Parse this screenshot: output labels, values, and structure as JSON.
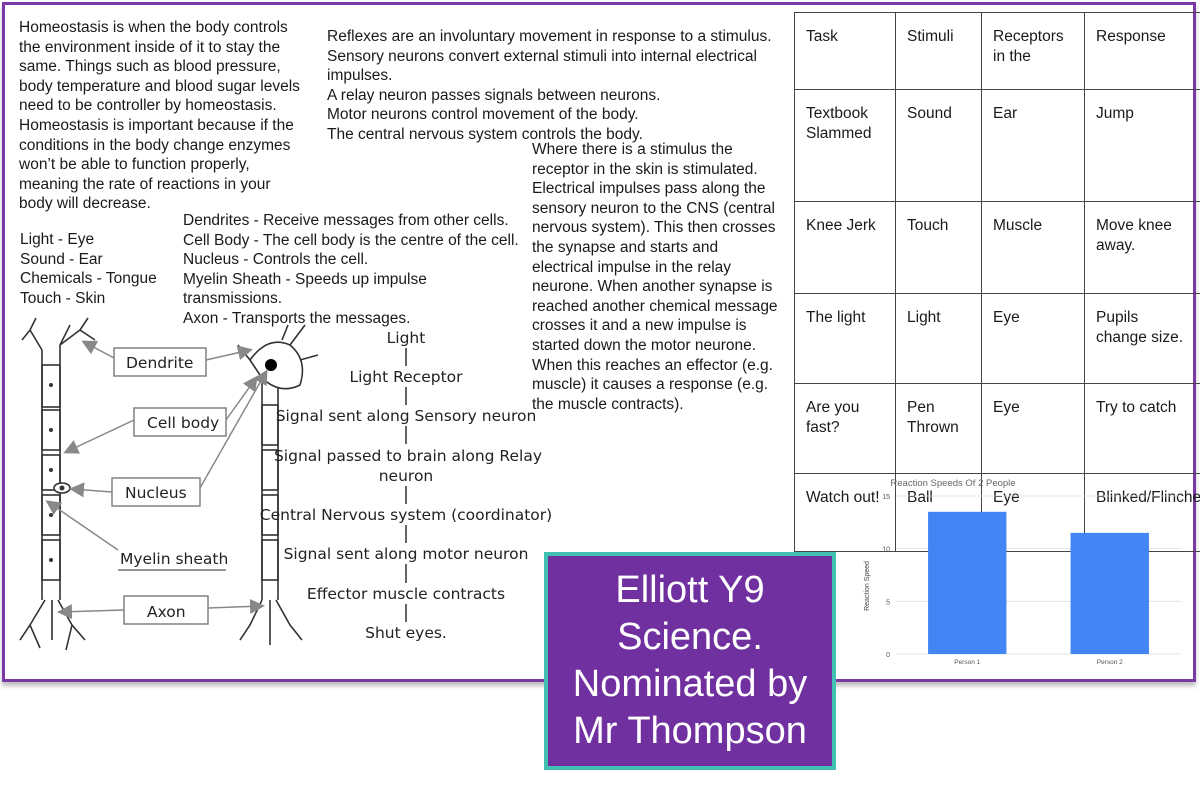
{
  "homeostasis": {
    "paragraph": "Homeostasis is when the body controls\nthe environment inside of it to stay the\nsame. Things such as blood pressure,\nbody temperature and blood sugar levels\nneed to be controller by homeostasis.\nHomeostasis is important because if the\nconditions in the body change enzymes\nwon’t be able to function properly,\nmeaning the rate of reactions in your\nbody will decrease.",
    "senses": [
      "Light - Eye",
      "Sound - Ear",
      "Chemicals - Tongue",
      "Touch - Skin"
    ]
  },
  "reflexes": {
    "lines": [
      "Reflexes are an involuntary movement in response to a stimulus.",
      "Sensory neurons convert external stimuli into internal electrical",
      "impulses.",
      "A relay neuron passes signals between neurons.",
      "Motor neurons control movement of the body.",
      "The central nervous system controls the body."
    ],
    "pathway": "Where there is a stimulus the\nreceptor in the skin is stimulated.\nElectrical impulses pass along the\nsensory neuron to the CNS (central\nnervous system). This then crosses\nthe synapse and starts and\nelectrical impulse in the relay\nneurone. When another synapse is\nreached another chemical message\ncrosses it and a new impulse is\nstarted down the motor neurone.\nWhen this reaches an effector (e.g.\nmuscle) it causes a response (e.g.\nthe muscle contracts)."
  },
  "neuron_parts": [
    "Dendrites - Receive messages from other cells.",
    "Cell Body - The cell body is the centre of the cell.",
    "Nucleus - Controls the cell.",
    "Myelin Sheath - Speeds up impulse",
    "transmissions.",
    "Axon - Transports the messages."
  ],
  "diagram_labels": {
    "dendrite": "Dendrite",
    "cell_body": "Cell body",
    "nucleus": "Nucleus",
    "myelin": "Myelin sheath",
    "axon": "Axon"
  },
  "flow": [
    "Light",
    "Light Receptor",
    "Signal sent along Sensory neuron",
    "Signal passed to brain along Relay",
    "neuron",
    "Central Nervous system (coordinator)",
    "Signal sent along motor neuron",
    "Effector muscle contracts",
    "Shut eyes."
  ],
  "table": {
    "headers": [
      "Task",
      "Stimuli",
      "Receptors in the",
      "Response"
    ],
    "rows": [
      [
        "Textbook Slammed",
        "Sound",
        "Ear",
        "Jump"
      ],
      [
        "Knee Jerk",
        "Touch",
        "Muscle",
        "Move knee away."
      ],
      [
        "The light",
        "Light",
        "Eye",
        "Pupils change size."
      ],
      [
        "Are you fast?",
        "Pen Thrown",
        "Eye",
        "Try to catch"
      ],
      [
        "Watch out!",
        "Ball",
        "Eye",
        "Blinked/Flinched"
      ]
    ]
  },
  "chart_data": {
    "type": "bar",
    "title": "Reaction Speeds Of 2 People",
    "categories": [
      "Person 1",
      "Person 2"
    ],
    "values": [
      13.5,
      11.5
    ],
    "ylabel": "Reaction Speed",
    "xlabel": "",
    "ylim": [
      0,
      15
    ],
    "yticks": [
      0,
      5,
      10,
      15
    ],
    "grid": true,
    "color": "#4285f4"
  },
  "badge": {
    "lines": [
      "Elliott Y9",
      "Science.",
      "Nominated by",
      "Mr Thompson"
    ],
    "background": "#7030a0",
    "border": "#40c0b0"
  },
  "colors": {
    "frame": "#7a3aa6"
  }
}
